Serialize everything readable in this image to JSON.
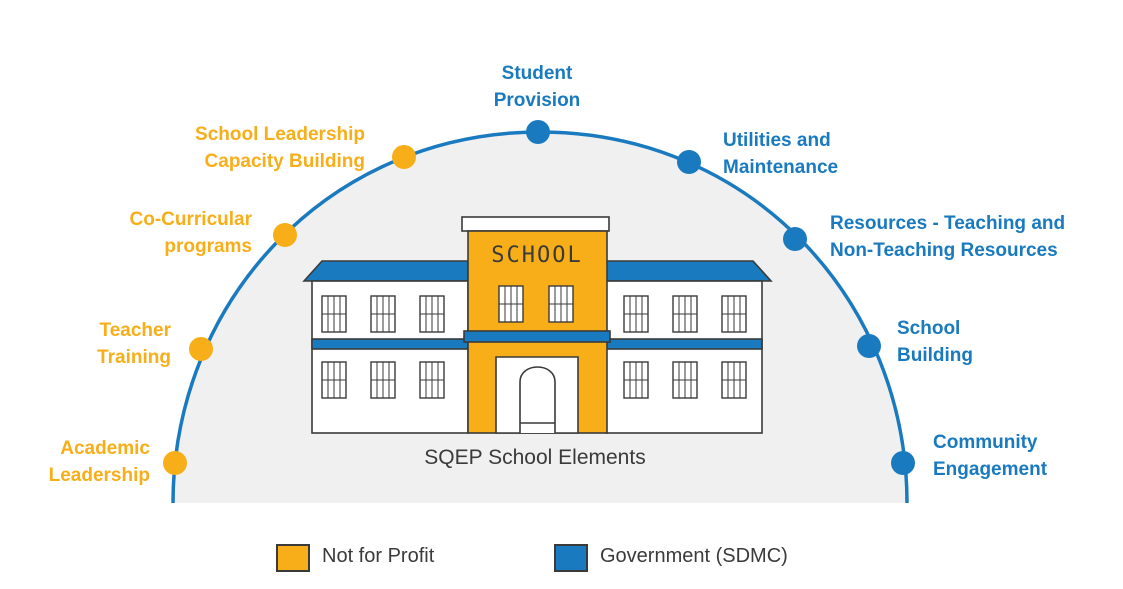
{
  "diagram": {
    "center_label": "SQEP School Elements",
    "building_sign": "SCHOOL",
    "colors": {
      "not_for_profit": "#f7ae19",
      "government": "#1a7abf",
      "dome_fill": "#f0f0f0",
      "outline": "#3a3a3a"
    },
    "elements_left": [
      {
        "line1": "Academic",
        "line2": "Leadership",
        "group": "Not for Profit"
      },
      {
        "line1": "Teacher",
        "line2": "Training",
        "group": "Not for Profit"
      },
      {
        "line1": "Co-Curricular",
        "line2": "programs",
        "group": "Not for Profit"
      },
      {
        "line1": "School Leadership",
        "line2": "Capacity Building",
        "group": "Not for Profit"
      }
    ],
    "element_top": {
      "line1": "Student",
      "line2": "Provision",
      "group": "Government (SDMC)"
    },
    "elements_right": [
      {
        "line1": "Utilities and",
        "line2": "Maintenance",
        "group": "Government (SDMC)"
      },
      {
        "line1": "Resources - Teaching and",
        "line2": "Non-Teaching Resources",
        "group": "Government (SDMC)"
      },
      {
        "line1": "School",
        "line2": "Building",
        "group": "Government (SDMC)"
      },
      {
        "line1": "Community",
        "line2": "Engagement",
        "group": "Government (SDMC)"
      }
    ]
  },
  "legend": [
    {
      "label": "Not for Profit",
      "color": "#f7ae19"
    },
    {
      "label": "Government (SDMC)",
      "color": "#1a7abf"
    }
  ]
}
